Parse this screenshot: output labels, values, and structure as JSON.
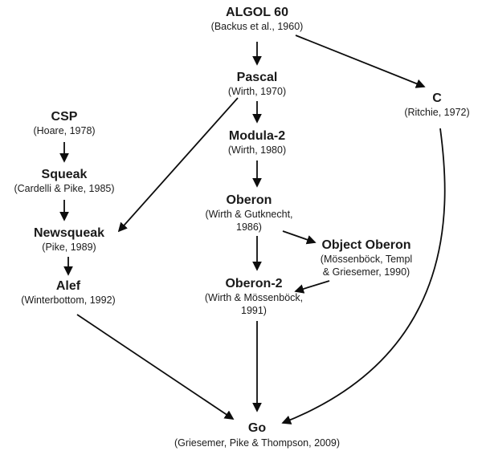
{
  "diagram": {
    "subject": "Go programming language lineage",
    "colors": {
      "background": "#ffffff",
      "text": "#1a1a1a",
      "arrow": "#0d0d0d"
    },
    "nodes": {
      "algol60": {
        "label": "ALGOL 60",
        "citation": "(Backus et al., 1960)"
      },
      "pascal": {
        "label": "Pascal",
        "citation": "(Wirth, 1970)"
      },
      "c": {
        "label": "C",
        "citation": "(Ritchie, 1972)"
      },
      "csp": {
        "label": "CSP",
        "citation": "(Hoare, 1978)"
      },
      "modula2": {
        "label": "Modula-2",
        "citation": "(Wirth, 1980)"
      },
      "squeak": {
        "label": "Squeak",
        "citation": "(Cardelli & Pike, 1985)"
      },
      "oberon": {
        "label": "Oberon",
        "citation_line1": "(Wirth & Gutknecht,",
        "citation_line2": "1986)"
      },
      "newsqueak": {
        "label": "Newsqueak",
        "citation": "(Pike, 1989)"
      },
      "object_oberon": {
        "label": "Object Oberon",
        "citation_line1": "(Mössenböck, Templ",
        "citation_line2": "& Griesemer, 1990)"
      },
      "oberon2": {
        "label": "Oberon-2",
        "citation_line1": "(Wirth & Mössenböck,",
        "citation_line2": "1991)"
      },
      "alef": {
        "label": "Alef",
        "citation": "(Winterbottom, 1992)"
      },
      "go": {
        "label": "Go",
        "citation": "(Griesemer, Pike & Thompson, 2009)"
      }
    },
    "edges": [
      {
        "from": "ALGOL 60",
        "to": "Pascal"
      },
      {
        "from": "ALGOL 60",
        "to": "C"
      },
      {
        "from": "Pascal",
        "to": "Modula-2"
      },
      {
        "from": "Pascal",
        "to": "Newsqueak"
      },
      {
        "from": "Modula-2",
        "to": "Oberon"
      },
      {
        "from": "Oberon",
        "to": "Object Oberon"
      },
      {
        "from": "Oberon",
        "to": "Oberon-2"
      },
      {
        "from": "Object Oberon",
        "to": "Oberon-2"
      },
      {
        "from": "CSP",
        "to": "Squeak"
      },
      {
        "from": "Squeak",
        "to": "Newsqueak"
      },
      {
        "from": "Newsqueak",
        "to": "Alef"
      },
      {
        "from": "Alef",
        "to": "Go"
      },
      {
        "from": "Oberon-2",
        "to": "Go"
      },
      {
        "from": "C",
        "to": "Go"
      }
    ]
  }
}
